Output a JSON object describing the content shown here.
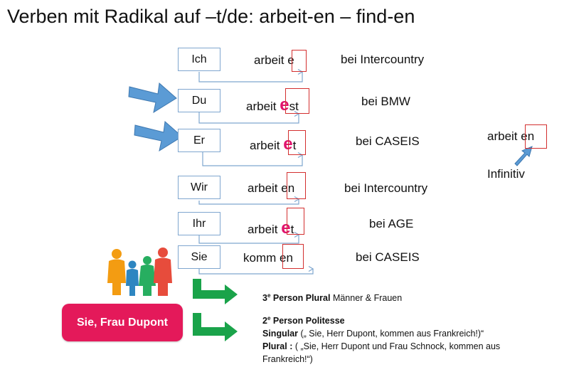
{
  "title": "Verben mit Radikal auf –t/de: arbeit-en – find-en",
  "rows": [
    {
      "pronoun": "Ich",
      "stem": "arbeit ",
      "ending_big": "",
      "ending_rest": "e",
      "company": "bei Intercountry"
    },
    {
      "pronoun": "Du",
      "stem": "arbeit ",
      "ending_big": "e",
      "ending_rest": "st",
      "company": "bei BMW"
    },
    {
      "pronoun": "Er",
      "stem": "arbeit ",
      "ending_big": "e",
      "ending_rest": "t",
      "company": "bei CASEIS"
    },
    {
      "pronoun": "Wir",
      "stem": "arbeit ",
      "ending_big": "",
      "ending_rest": "en",
      "company": "bei Intercountry"
    },
    {
      "pronoun": "Ihr",
      "stem": "arbeit ",
      "ending_big": "e",
      "ending_rest": "t",
      "company": "bei AGE"
    },
    {
      "pronoun": "Sie",
      "stem": "komm ",
      "ending_big": "",
      "ending_rest": "en",
      "company": "bei CASEIS"
    }
  ],
  "infinitive": {
    "stem": "arbeit ",
    "ending": "en",
    "label": "Infinitiv"
  },
  "sie_button": "Sie, Frau Dupont",
  "note1": {
    "bold": "3",
    "sup": "e",
    "bold2": " Person Plural",
    "rest": " Männer & Frauen"
  },
  "note2": {
    "heading_num": "2",
    "heading_sup": "e",
    "heading_text": " Person Politesse",
    "singular_bold": "Singular",
    "singular_rest": " („ Sie, Herr Dupont, kommen aus Frankreich!)“",
    "plural_bold": "Plural :",
    "plural_rest": " ( „Sie, Herr Dupont und Frau Schnock, kommen aus",
    "plural_rest2": "Frankreich!“)"
  },
  "colors": {
    "accent_pink": "#e0136d",
    "button": "#e4195a",
    "box_border": "#7fa6cf",
    "arrow_blue": "#5b9bd5",
    "arrow_green": "#1aa34a",
    "red_box": "#d32f2f"
  }
}
